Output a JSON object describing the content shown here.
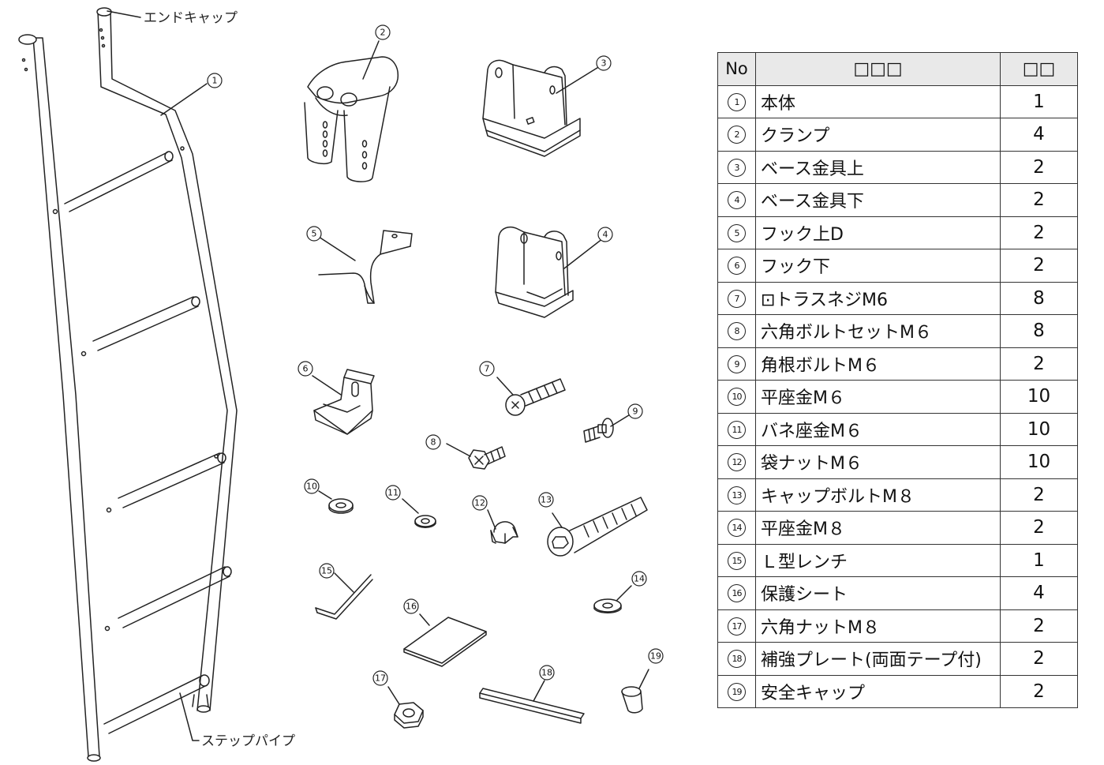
{
  "drawing": {
    "label_end_cap": "エンドキャップ",
    "label_step_pipe": "ステップパイプ",
    "callouts": [
      "1",
      "2",
      "3",
      "4",
      "5",
      "6",
      "7",
      "8",
      "9",
      "10",
      "11",
      "12",
      "13",
      "14",
      "15",
      "16",
      "17",
      "18",
      "19"
    ]
  },
  "table": {
    "header_no": "No",
    "header_name": "□□□",
    "header_qty": "□□",
    "rows": [
      {
        "no": "1",
        "name": "本体",
        "qty": "1"
      },
      {
        "no": "2",
        "name": "クランプ",
        "qty": "4"
      },
      {
        "no": "3",
        "name": "ベース金具上",
        "qty": "2"
      },
      {
        "no": "4",
        "name": "ベース金具下",
        "qty": "2"
      },
      {
        "no": "5",
        "name": "フック上D",
        "qty": "2"
      },
      {
        "no": "6",
        "name": "フック下",
        "qty": "2"
      },
      {
        "no": "7",
        "name": "⊡トラスネジM6",
        "qty": "8"
      },
      {
        "no": "8",
        "name": "六角ボルトセットM６",
        "qty": "8"
      },
      {
        "no": "9",
        "name": "角根ボルトM６",
        "qty": "2"
      },
      {
        "no": "10",
        "name": "平座金M６",
        "qty": "10"
      },
      {
        "no": "11",
        "name": "バネ座金M６",
        "qty": "10"
      },
      {
        "no": "12",
        "name": "袋ナットM６",
        "qty": "10"
      },
      {
        "no": "13",
        "name": "キャップボルトM８",
        "qty": "2"
      },
      {
        "no": "14",
        "name": "平座金M８",
        "qty": "2"
      },
      {
        "no": "15",
        "name": "Ｌ型レンチ",
        "qty": "1"
      },
      {
        "no": "16",
        "name": "保護シート",
        "qty": "4"
      },
      {
        "no": "17",
        "name": "六角ナットM８",
        "qty": "2"
      },
      {
        "no": "18",
        "name": "補強プレート(両面テープ付)",
        "qty": "2"
      },
      {
        "no": "19",
        "name": "安全キャップ",
        "qty": "2"
      }
    ]
  }
}
